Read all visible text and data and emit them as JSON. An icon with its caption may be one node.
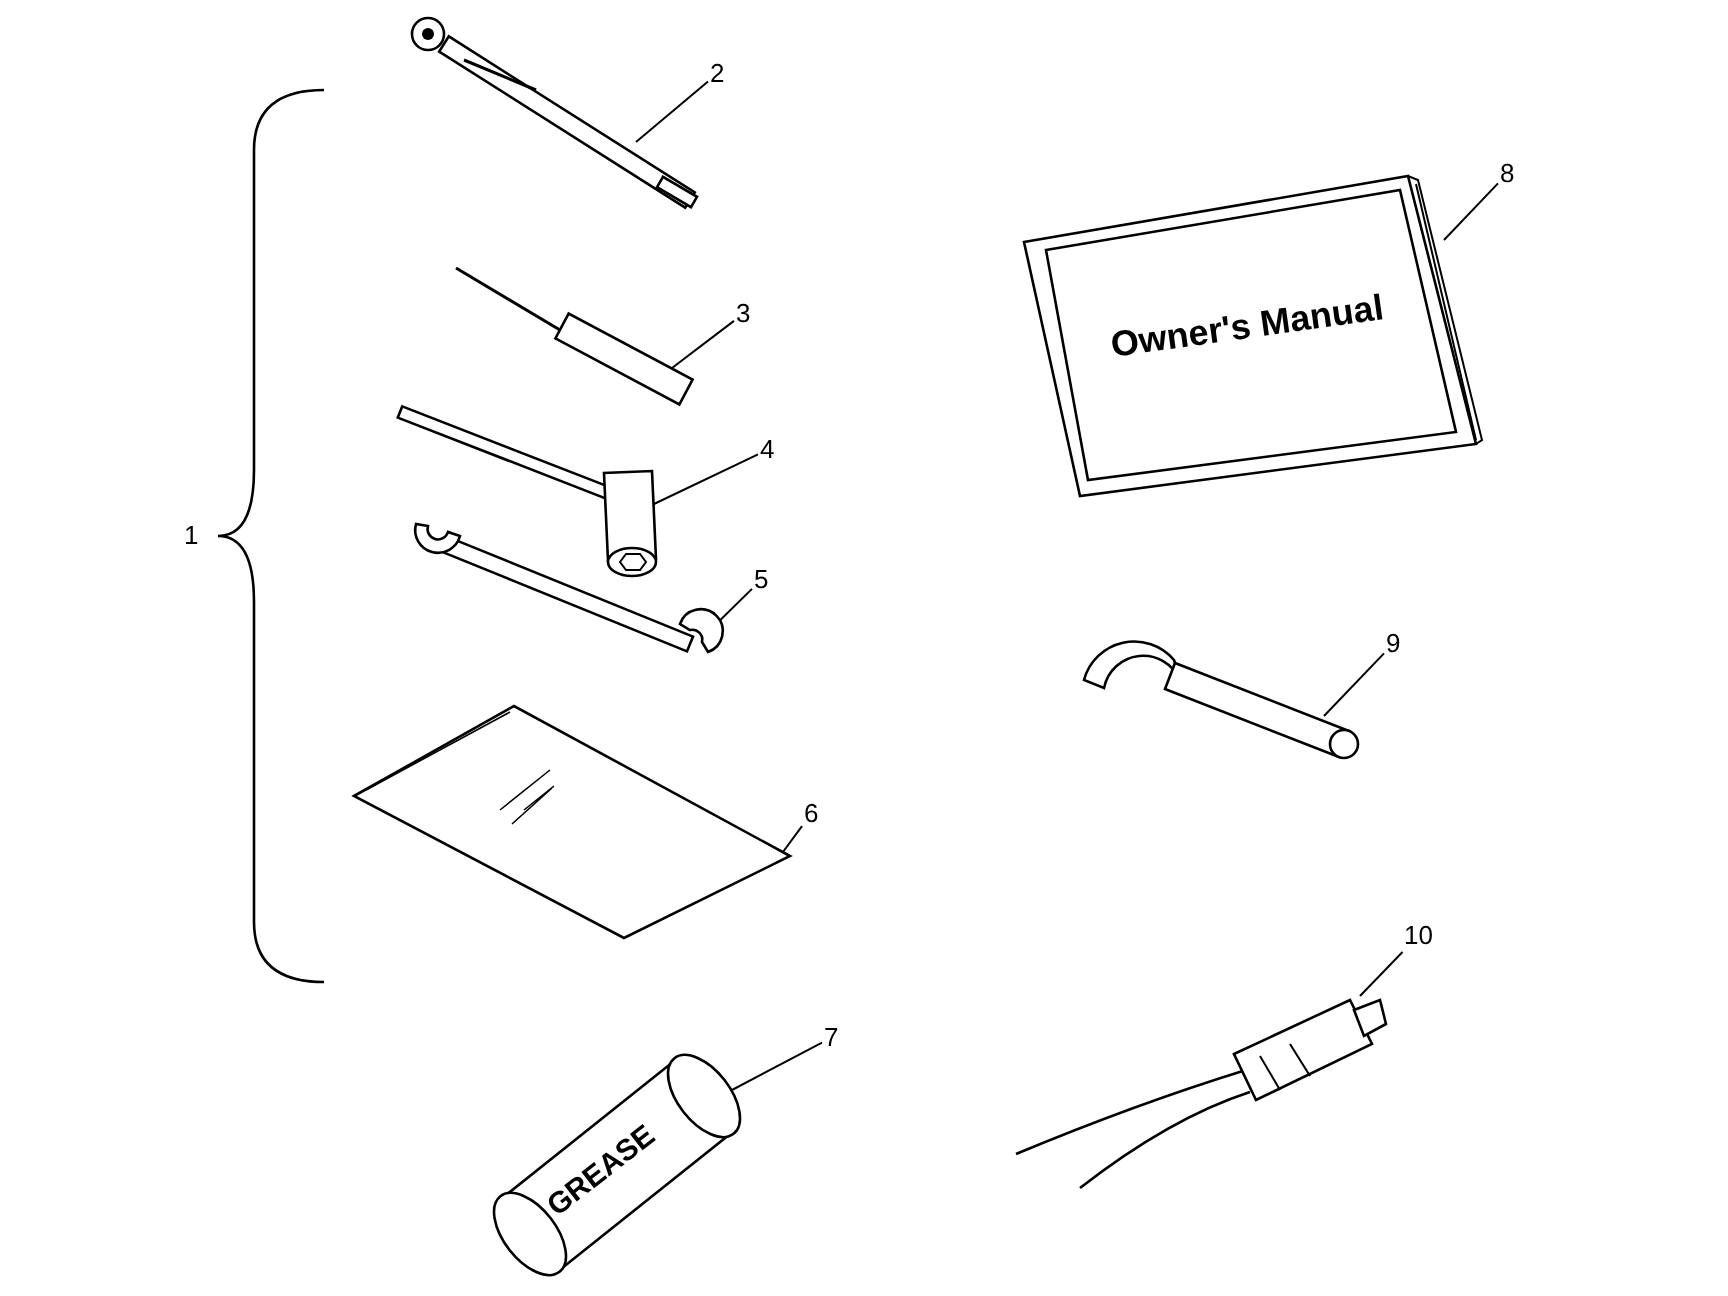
{
  "diagram": {
    "nodes": [
      {
        "text": [
          "2"
        ]
      },
      {
        "text": [],
        "shape": "picture"
      },
      {
        "text": [
          "3"
        ]
      },
      {
        "text": [],
        "shape": "picture"
      },
      {
        "text": [
          "4"
        ]
      },
      {
        "text": [],
        "shape": "picture"
      },
      {
        "text": [
          "5"
        ]
      },
      {
        "text": [],
        "shape": "picture"
      },
      {
        "text": [
          "6"
        ]
      },
      {
        "text": [],
        "shape": "picture"
      },
      {
        "text": [
          "7"
        ]
      },
      {
        "text": [
          "GREASE"
        ]
      },
      {
        "text": [
          "8"
        ]
      },
      {
        "text": [
          "Owner's Manual"
        ]
      },
      {
        "text": [
          "9"
        ]
      },
      {
        "text": [],
        "shape": "picture"
      },
      {
        "text": [
          "10"
        ]
      },
      {
        "text": [],
        "shape": "picture"
      }
    ],
    "edges": [
      {
        "from": 0,
        "to": 1,
        "arrow": "none"
      },
      {
        "from": 2,
        "to": 3,
        "arrow": "none"
      },
      {
        "from": 4,
        "to": 5,
        "arrow": "none"
      },
      {
        "from": 6,
        "to": 7,
        "arrow": "none"
      },
      {
        "from": 8,
        "to": 9,
        "arrow": "none"
      },
      {
        "from": 10,
        "to": 11,
        "arrow": "none"
      },
      {
        "from": 12,
        "to": 13,
        "arrow": "none"
      },
      {
        "from": 14,
        "to": 15,
        "arrow": "none"
      },
      {
        "from": 16,
        "to": 17,
        "arrow": "none"
      }
    ],
    "labels": [
      "1"
    ]
  }
}
